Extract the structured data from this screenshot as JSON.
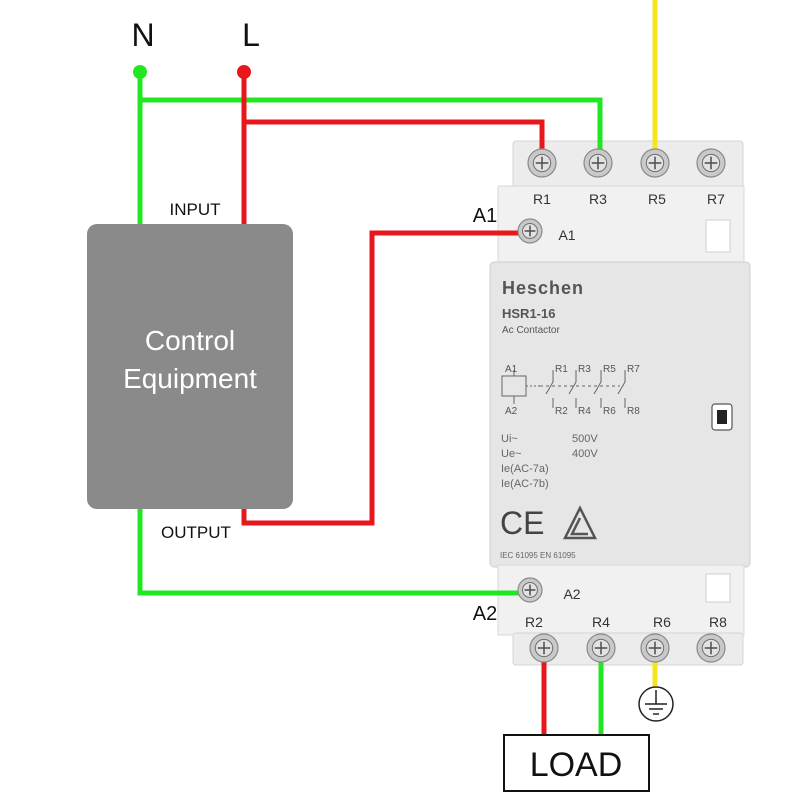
{
  "terminals": {
    "neutral": "N",
    "line": "L"
  },
  "control_box": {
    "title_line1": "Control",
    "title_line2": "Equipment",
    "input_label": "INPUT",
    "output_label": "OUTPUT"
  },
  "coil_labels": {
    "a1_outer": "A1",
    "a2_outer": "A2",
    "a1_face": "A1",
    "a2_face": "A2"
  },
  "top_terminals": [
    "R1",
    "R3",
    "R5",
    "R7"
  ],
  "bottom_terminals": [
    "R2",
    "R4",
    "R6",
    "R8"
  ],
  "contactor": {
    "brand": "Heschen",
    "model": "HSR1-16",
    "type": "Ac Contactor",
    "schematic_top": [
      "A1",
      "R1",
      "R3",
      "R5",
      "R7"
    ],
    "schematic_bottom": [
      "A2",
      "R2",
      "R4",
      "R6",
      "R8"
    ],
    "rating_ui_label": "Ui~",
    "rating_ui_value": "500V",
    "rating_ue_label": "Ue~",
    "rating_ue_value": "400V",
    "rating_ie7a": "Ie(AC-7a)",
    "rating_ie7b": "Ie(AC-7b)",
    "ce_mark": "CE",
    "standards": "IEC 61095   EN 61095"
  },
  "load_label": "LOAD",
  "colors": {
    "neutral_wire": "#22e622",
    "line_wire": "#e8171c",
    "earth_wire": "#f5e51a",
    "control_box": "#8a8a8a",
    "contactor_body": "#e9e9e9"
  }
}
